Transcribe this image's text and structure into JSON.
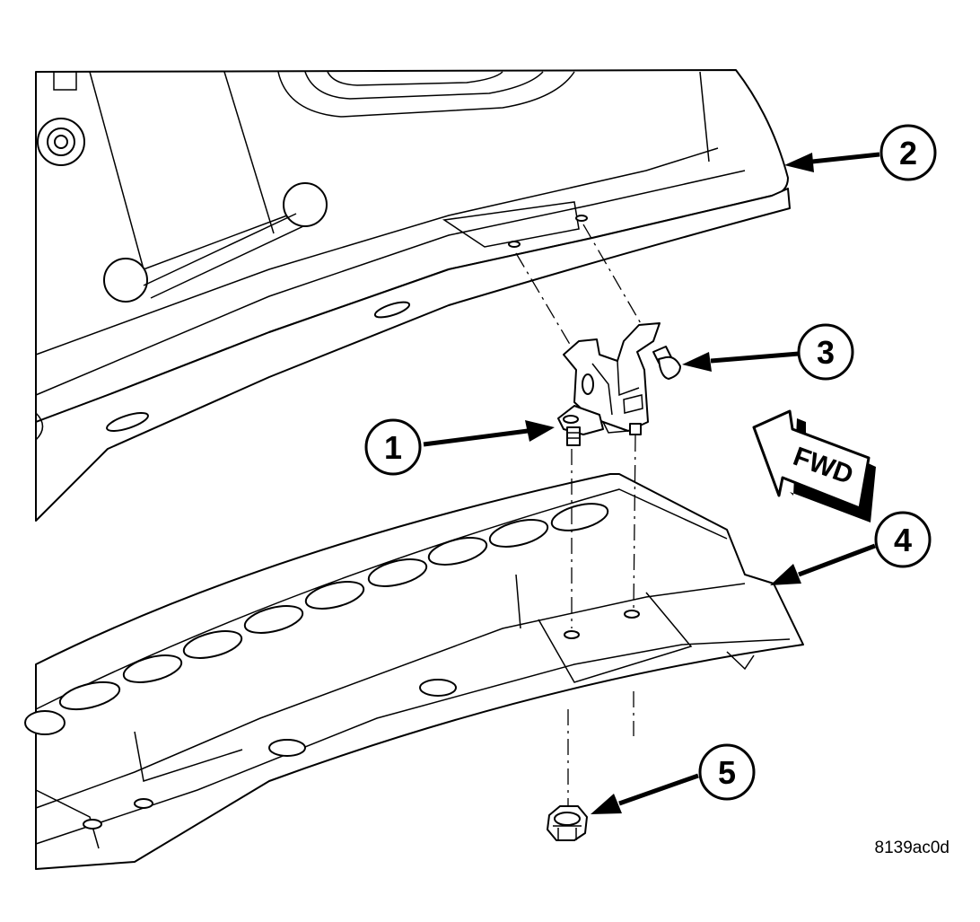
{
  "callouts": [
    {
      "id": "hinge-bracket",
      "label": "1"
    },
    {
      "id": "liftgate-panel",
      "label": "2"
    },
    {
      "id": "bolt",
      "label": "3"
    },
    {
      "id": "roof-header",
      "label": "4"
    },
    {
      "id": "nut",
      "label": "5"
    }
  ],
  "direction_label": "FWD",
  "figure_id": "8139ac0d",
  "colors": {
    "line": "#000000",
    "background": "#ffffff"
  }
}
